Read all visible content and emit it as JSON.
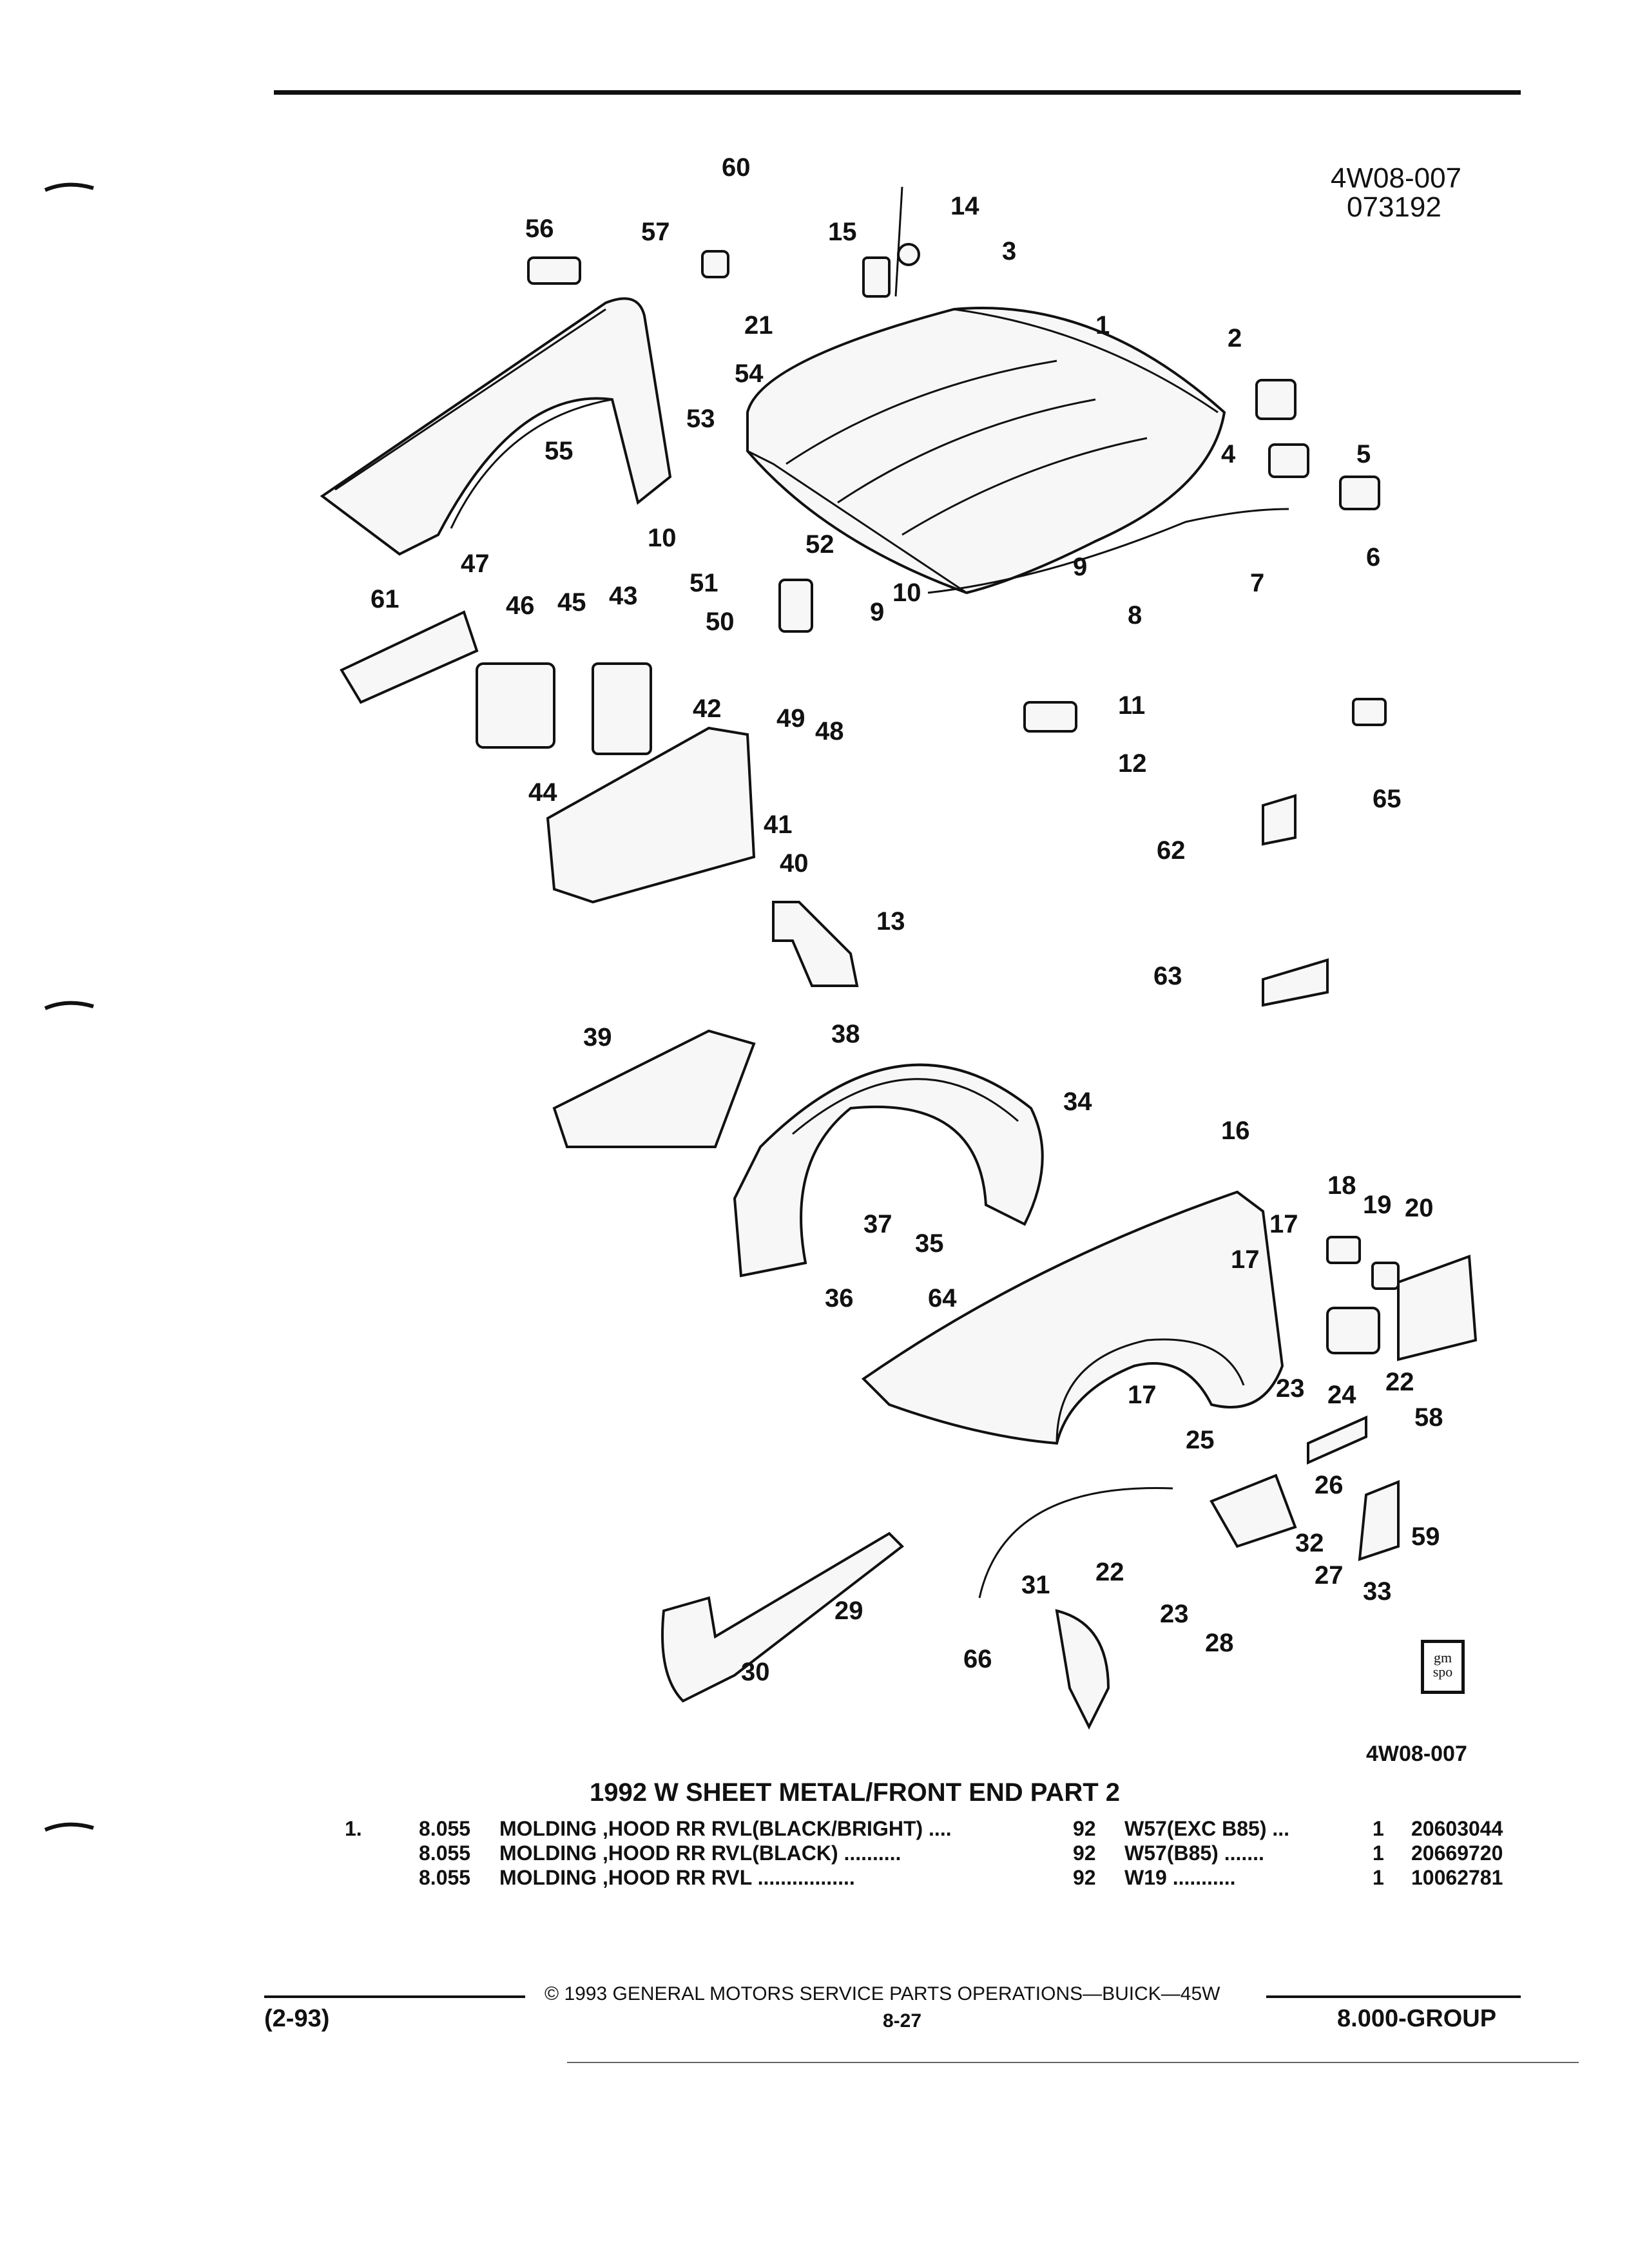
{
  "header": {
    "illustration_code": "4W08-007",
    "date_code": "073192"
  },
  "callouts": [
    "1",
    "2",
    "3",
    "4",
    "5",
    "6",
    "7",
    "8",
    "9",
    "9",
    "10",
    "10",
    "11",
    "12",
    "13",
    "14",
    "15",
    "16",
    "17",
    "17",
    "17",
    "18",
    "19",
    "20",
    "21",
    "22",
    "22",
    "23",
    "23",
    "24",
    "25",
    "26",
    "27",
    "28",
    "29",
    "30",
    "31",
    "32",
    "33",
    "34",
    "35",
    "36",
    "37",
    "38",
    "39",
    "40",
    "41",
    "42",
    "43",
    "44",
    "45",
    "46",
    "47",
    "48",
    "49",
    "50",
    "51",
    "52",
    "53",
    "54",
    "55",
    "56",
    "57",
    "58",
    "59",
    "60",
    "61",
    "62",
    "63",
    "64",
    "65",
    "66"
  ],
  "logo": {
    "line1": "gm",
    "line2": "spo"
  },
  "figure_code": "4W08-007",
  "section_title": "1992 W SHEET METAL/FRONT END PART 2",
  "parts_table": {
    "rows": [
      {
        "item": "1.",
        "group": "8.055",
        "description": "MOLDING ,HOOD RR RVL(BLACK/BRIGHT) ....",
        "year": "92",
        "usage": "W57(EXC B85) ...",
        "qty": "1",
        "part_number": "20603044"
      },
      {
        "item": "",
        "group": "8.055",
        "description": "MOLDING ,HOOD RR RVL(BLACK) ..........",
        "year": "92",
        "usage": "W57(B85) .......",
        "qty": "1",
        "part_number": "20669720"
      },
      {
        "item": "",
        "group": "8.055",
        "description": "MOLDING ,HOOD RR RVL .................",
        "year": "92",
        "usage": "W19 ...........",
        "qty": "1",
        "part_number": "10062781"
      }
    ]
  },
  "footer": {
    "copyright": "© 1993 GENERAL MOTORS SERVICE PARTS OPERATIONS—BUICK—45W",
    "revision": "(2-93)",
    "page": "8-27",
    "group": "8.000-GROUP"
  }
}
